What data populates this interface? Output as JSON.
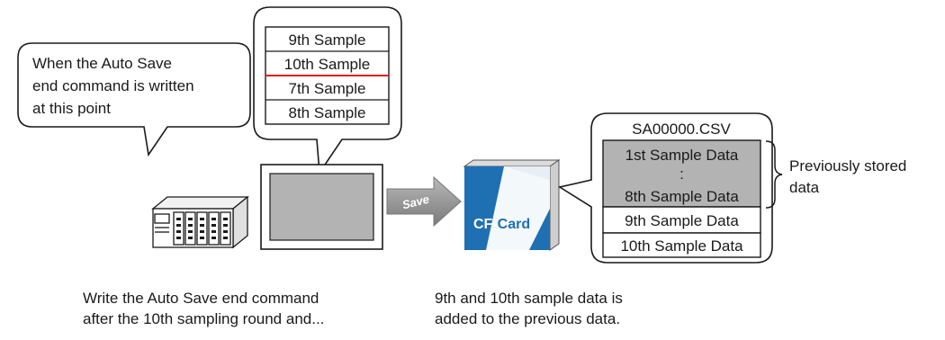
{
  "callout": {
    "lines": [
      "When the Auto Save",
      "end command is written",
      "at this point"
    ]
  },
  "sample_buffer": {
    "rows": [
      "9th Sample",
      "10th Sample",
      "7th Sample",
      "8th Sample"
    ],
    "marker_color": "#e02020"
  },
  "save_arrow": {
    "label": "Save"
  },
  "cf_card": {
    "label_part1": "CF-",
    "label_part2": "Card",
    "color": "#1f6fb3"
  },
  "csv_file": {
    "filename": "SA00000.CSV",
    "rows": [
      "1st Sample Data",
      ":",
      "8th Sample Data",
      "9th Sample Data",
      "10th Sample Data"
    ]
  },
  "bracket_note": {
    "lines": [
      "Previously stored",
      "data"
    ]
  },
  "captions": {
    "left": [
      "Write the Auto Save end command",
      "after the 10th sampling round and..."
    ],
    "right": [
      "9th and 10th sample data is",
      "added to the previous data."
    ]
  },
  "colors": {
    "stored_highlight": "#b3b3b3",
    "display_panel": "#b3b3b3"
  }
}
